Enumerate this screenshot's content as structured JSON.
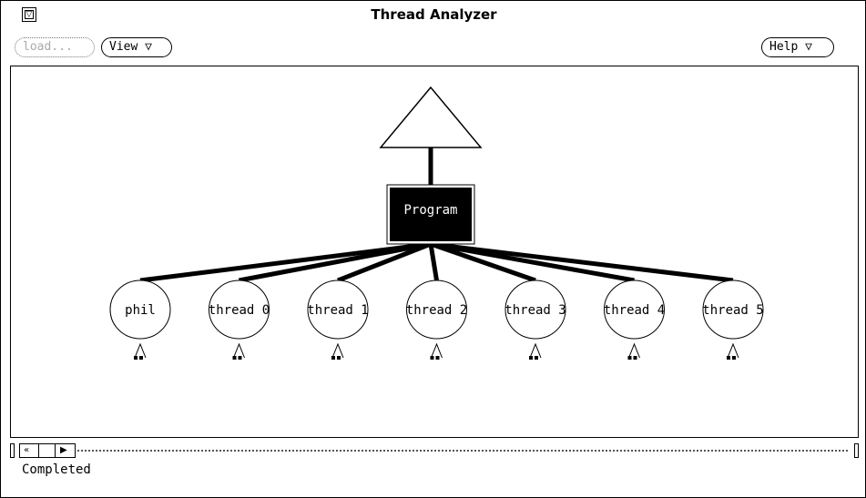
{
  "window": {
    "title": "Thread Analyzer",
    "menu_glyph": "▽"
  },
  "toolbar": {
    "load_label": "load...",
    "view_label": "View ▽",
    "help_label": "Help ▽"
  },
  "graph": {
    "root_label": "Program",
    "threads": [
      "phil",
      "thread 0",
      "thread 1",
      "thread 2",
      "thread 3",
      "thread 4",
      "thread 5"
    ]
  },
  "scrollbar": {
    "left_glyph": "«",
    "right_glyph": "▶"
  },
  "status": {
    "text": "Completed"
  }
}
